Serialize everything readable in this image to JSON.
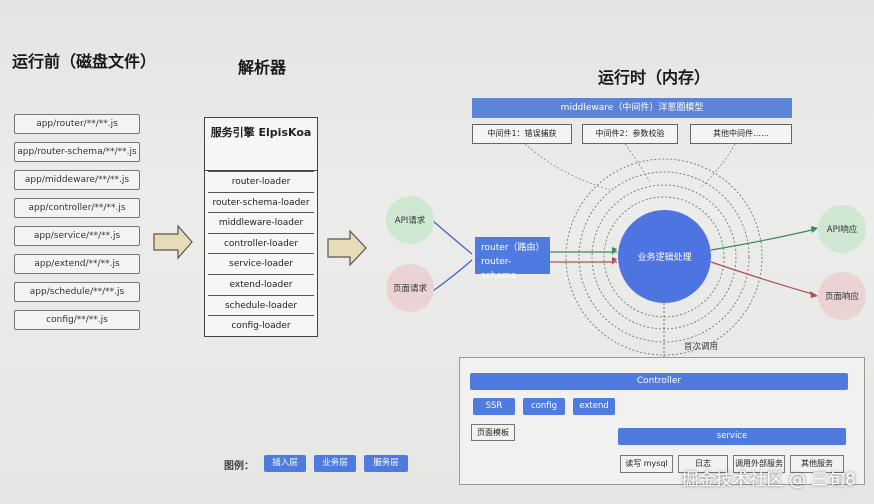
{
  "titles": {
    "before": "运行前（磁盘文件）",
    "parser": "解析器",
    "runtime": "运行时（内存）"
  },
  "files": [
    "app/router/**/**.js",
    "app/router-schema/**/**.js",
    "app/middeware/**/**.js",
    "app/controller/**/**.js",
    "app/service/**/**.js",
    "app/extend/**/**.js",
    "app/schedule/**/**.js",
    "config/**/**.js"
  ],
  "engine": {
    "title": "服务引擎 ElpisKoa",
    "loaders": [
      "router-loader",
      "router-schema-loader",
      "middleware-loader",
      "controller-loader",
      "service-loader",
      "extend-loader",
      "schedule-loader",
      "config-loader"
    ]
  },
  "requests": {
    "api": "API请求",
    "page": "页面请求"
  },
  "middleware": {
    "bar": "middleware（中间件）洋葱圈模型",
    "items": [
      "中间件1：错误捕获",
      "中间件2：参数校验",
      "其他中间件……"
    ]
  },
  "router": {
    "line1": "router（路由）",
    "line2": "router-schema"
  },
  "core": "业务逻辑处理",
  "responses": {
    "api": "API响应",
    "page": "页面响应"
  },
  "call_label": "首次调用",
  "controller": {
    "bar": "Controller",
    "subs": [
      "SSR",
      "config",
      "extend"
    ],
    "page_template": "页面模板"
  },
  "service": {
    "bar": "service",
    "items": [
      "读写 mysql",
      "日志",
      "调用外部服务",
      "其他服务"
    ]
  },
  "legend": {
    "label": "图例：",
    "items": [
      "插入层",
      "业务层",
      "服务层"
    ]
  },
  "watermark": "掘金技术社区 @ 三旬8",
  "colors": {
    "blue": "#4f7be0",
    "green_node": "#cfe8d2",
    "pink_node": "#ecd3d3",
    "api_arrow": "#3c8a57",
    "page_arrow": "#b05252"
  }
}
